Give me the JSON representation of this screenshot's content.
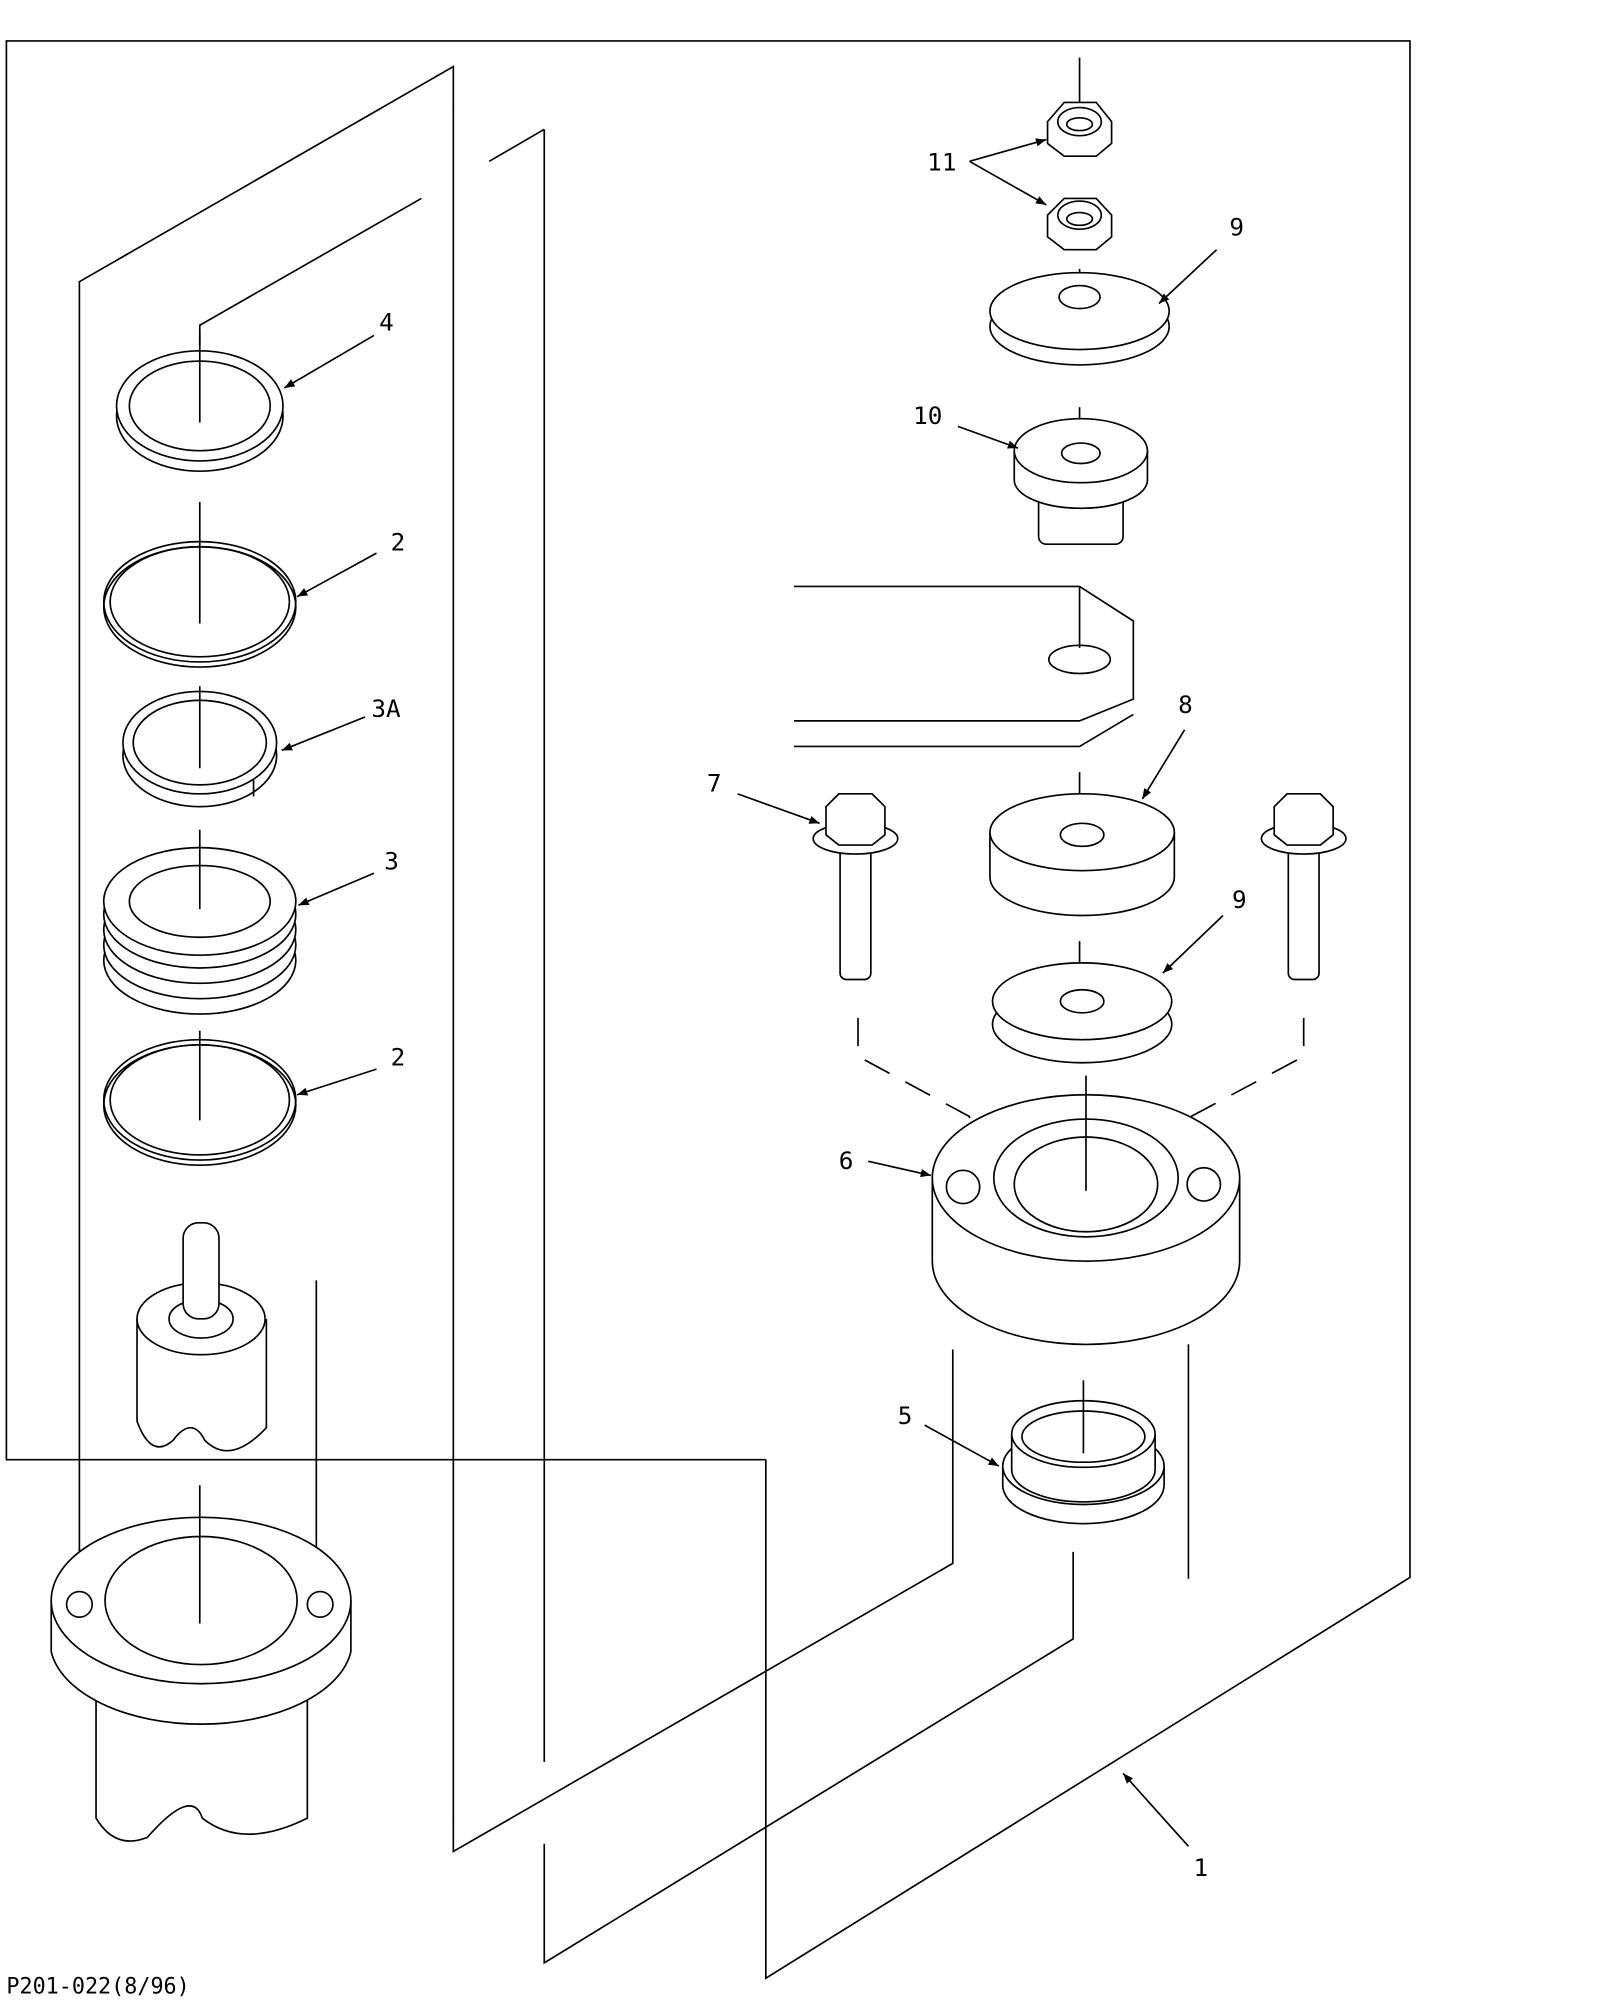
{
  "drawing": {
    "footer_code": "P201-022(8/96)",
    "callouts": [
      {
        "id": "11",
        "part": "nut"
      },
      {
        "id": "9",
        "part": "washer-upper"
      },
      {
        "id": "10",
        "part": "bushing-upper"
      },
      {
        "id": "8",
        "part": "washer-thick"
      },
      {
        "id": "7",
        "part": "bolt"
      },
      {
        "id": "9",
        "part": "washer-lower"
      },
      {
        "id": "6",
        "part": "mount-block"
      },
      {
        "id": "5",
        "part": "bushing-lower"
      },
      {
        "id": "1",
        "part": "kit"
      },
      {
        "id": "4",
        "part": "ring"
      },
      {
        "id": "2",
        "part": "seal-ring-upper"
      },
      {
        "id": "3A",
        "part": "split-ring"
      },
      {
        "id": "3",
        "part": "grooved-ring"
      },
      {
        "id": "2",
        "part": "seal-ring-lower"
      }
    ]
  }
}
